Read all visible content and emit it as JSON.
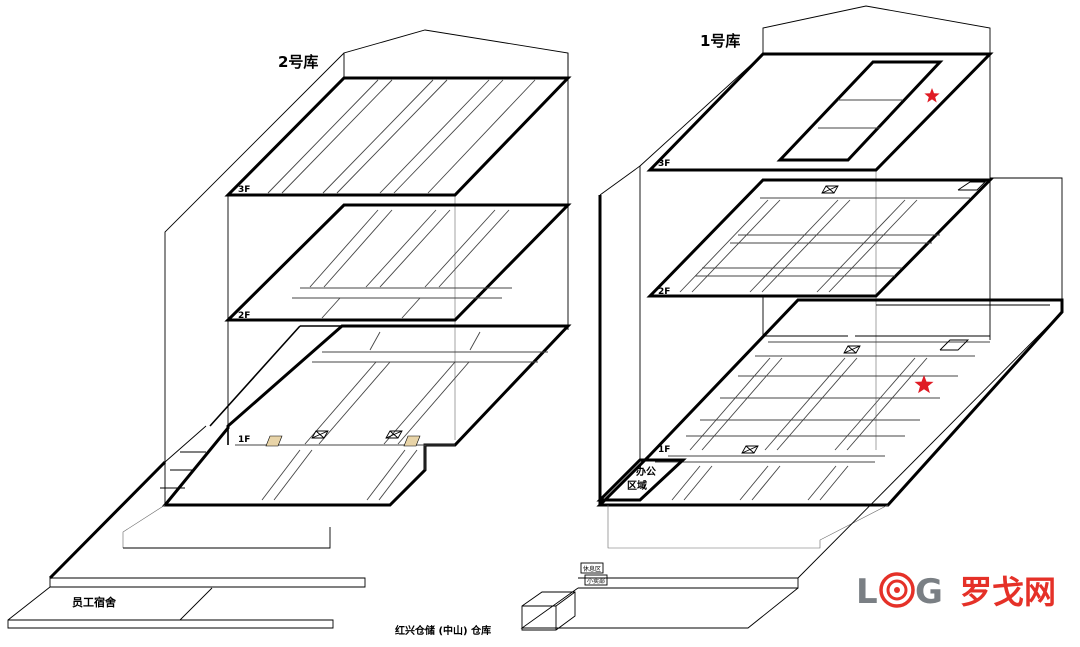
{
  "warehouse_2": {
    "title": "2号库",
    "floors": [
      "3F",
      "2F",
      "1F"
    ],
    "dormitory": "员工宿舍"
  },
  "warehouse_1": {
    "title": "1号库",
    "floors": [
      "3F",
      "2F",
      "1F"
    ],
    "office_line1": "办公",
    "office_line2": "区域",
    "rest_area": "休息区",
    "shop": "小卖部"
  },
  "caption": "红兴仓储 (中山) 仓库",
  "logo": {
    "text": "LOG罗戈网",
    "latin": "L",
    "latin_end": "G",
    "cn": "罗戈网"
  },
  "colors": {
    "marker": "#e01b24",
    "dock": "#e8d4a8",
    "logo_gray": "#7a7f84",
    "logo_red": "#e53128"
  }
}
